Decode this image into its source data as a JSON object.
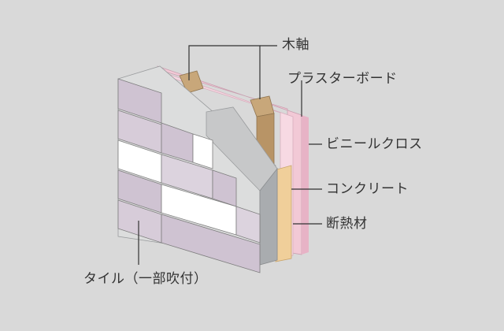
{
  "labels": {
    "wood_stud": "木軸",
    "plasterboard": "プラスターボード",
    "vinyl_cloth": "ビニールクロス",
    "concrete": "コンクリート",
    "insulation": "断熱材",
    "tile": "タイル（一部吹付）"
  },
  "colors": {
    "background": "#d9d9d9",
    "vinyl_cloth": "#f2c9d6",
    "plasterboard": "#f7d9e3",
    "insulation": "#f0cf9a",
    "wood_stud": "#c8a77a",
    "concrete_face": "#a9acaf",
    "concrete_top": "#dcdddd",
    "tile_purple": "#cfc3d2",
    "tile_white": "#ffffff",
    "leader_line": "#333333"
  }
}
